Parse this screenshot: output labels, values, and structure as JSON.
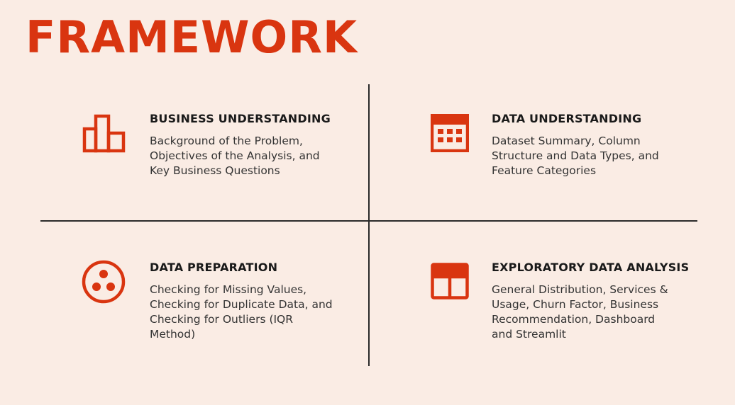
{
  "title": "FRAMEWORK",
  "accent_color": "#D93510",
  "sections": [
    {
      "icon": "bar-chart-icon",
      "heading": "BUSINESS UNDERSTANDING",
      "description": "Background of the Problem, Objectives of the Analysis, and Key Business Questions"
    },
    {
      "icon": "calculator-grid-icon",
      "heading": "DATA UNDERSTANDING",
      "description": "Dataset Summary, Column Structure and Data Types, and Feature Categories"
    },
    {
      "icon": "circle-dots-icon",
      "heading": "DATA PREPARATION",
      "description": "Checking for Missing Values, Checking for Duplicate Data, and Checking for Outliers (IQR Method)"
    },
    {
      "icon": "layout-panel-icon",
      "heading": "EXPLORATORY DATA ANALYSIS",
      "description": "General Distribution, Services & Usage, Churn Factor, Business Recommendation, Dashboard and Streamlit"
    }
  ]
}
